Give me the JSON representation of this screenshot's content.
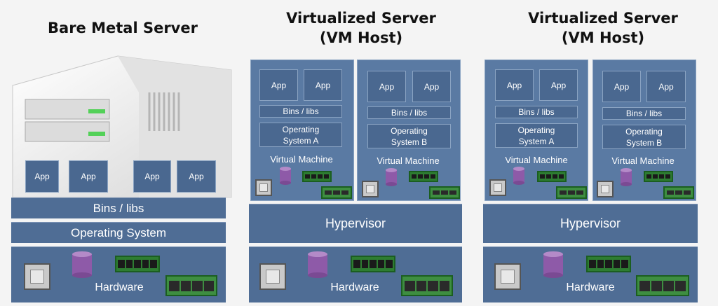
{
  "bare": {
    "title": "Bare Metal Server",
    "apps": [
      "App",
      "App",
      "App",
      "App"
    ],
    "bins": "Bins / libs",
    "os": "Operating System",
    "hardware": "Hardware"
  },
  "virt1": {
    "title_line1": "Virtualized Server",
    "title_line2": "(VM Host)",
    "hypervisor": "Hypervisor",
    "hardware": "Hardware",
    "vm_a": {
      "apps": [
        "App",
        "App"
      ],
      "bins": "Bins / libs",
      "os_line1": "Operating",
      "os_line2": "System A",
      "label": "Virtual Machine"
    },
    "vm_b": {
      "apps": [
        "App",
        "App"
      ],
      "bins": "Bins / libs",
      "os_line1": "Operating",
      "os_line2": "System B",
      "label": "Virtual Machine"
    }
  },
  "virt2": {
    "title_line1": "Virtualized Server",
    "title_line2": "(VM Host)",
    "hypervisor": "Hypervisor",
    "hardware": "Hardware",
    "vm_a": {
      "apps": [
        "App",
        "App"
      ],
      "bins": "Bins / libs",
      "os_line1": "Operating",
      "os_line2": "System A",
      "label": "Virtual Machine"
    },
    "vm_b": {
      "apps": [
        "App",
        "App"
      ],
      "bins": "Bins / libs",
      "os_line1": "Operating",
      "os_line2": "System B",
      "label": "Virtual Machine"
    }
  },
  "icons": [
    "cpu-icon",
    "disk-icon",
    "ram-icon",
    "gpu-icon",
    "server-tower-icon"
  ],
  "colors": {
    "band": "#4f6d95",
    "box": "#4a6890",
    "vm": "#5a7aa3",
    "text": "#ffffff",
    "background": "#f4f4f4"
  }
}
